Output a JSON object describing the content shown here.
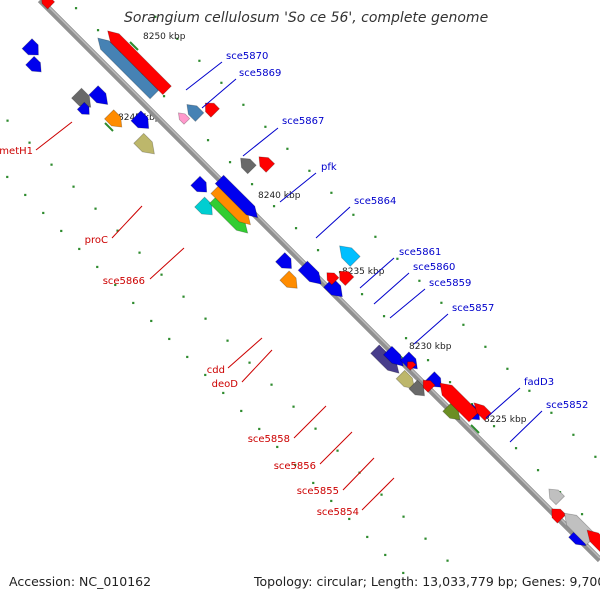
{
  "title": "Sorangium cellulosum 'So ce 56', complete genome",
  "footer": {
    "accession": "Accession: NC_010162",
    "summary": "Topology: circular; Length: 13,033,779 bp; Genes: 9,700"
  },
  "colors": {
    "backbone": "#909090",
    "forward_label": "#0000cc",
    "reverse_label": "#cc0000",
    "tick": "#2e8b2e",
    "kbp_label": "#222222"
  },
  "tick_labels": [
    "8250 kbp",
    "8245 kbp",
    "8240 kbp",
    "8235 kbp",
    "8230 kbp",
    "8225 kbp"
  ],
  "labels": {
    "forward": [
      "sce5870",
      "sce5869",
      "sce5867",
      "pfk",
      "sce5864",
      "sce5861",
      "sce5860",
      "sce5859",
      "sce5857",
      "fadD3",
      "sce5852"
    ],
    "reverse": [
      "metH1",
      "proC",
      "sce5866",
      "cdd",
      "deoD",
      "sce5858",
      "sce5856",
      "sce5855",
      "sce5854"
    ]
  },
  "gene_colors": [
    "#0000ee",
    "#ff0000",
    "#4682b4",
    "#ff8c00",
    "#bdb76b",
    "#00ced1",
    "#00bfff",
    "#696969",
    "#32cd32",
    "#6b8e23",
    "#483d8b",
    "#ff99cc",
    "#c0c0c0"
  ]
}
